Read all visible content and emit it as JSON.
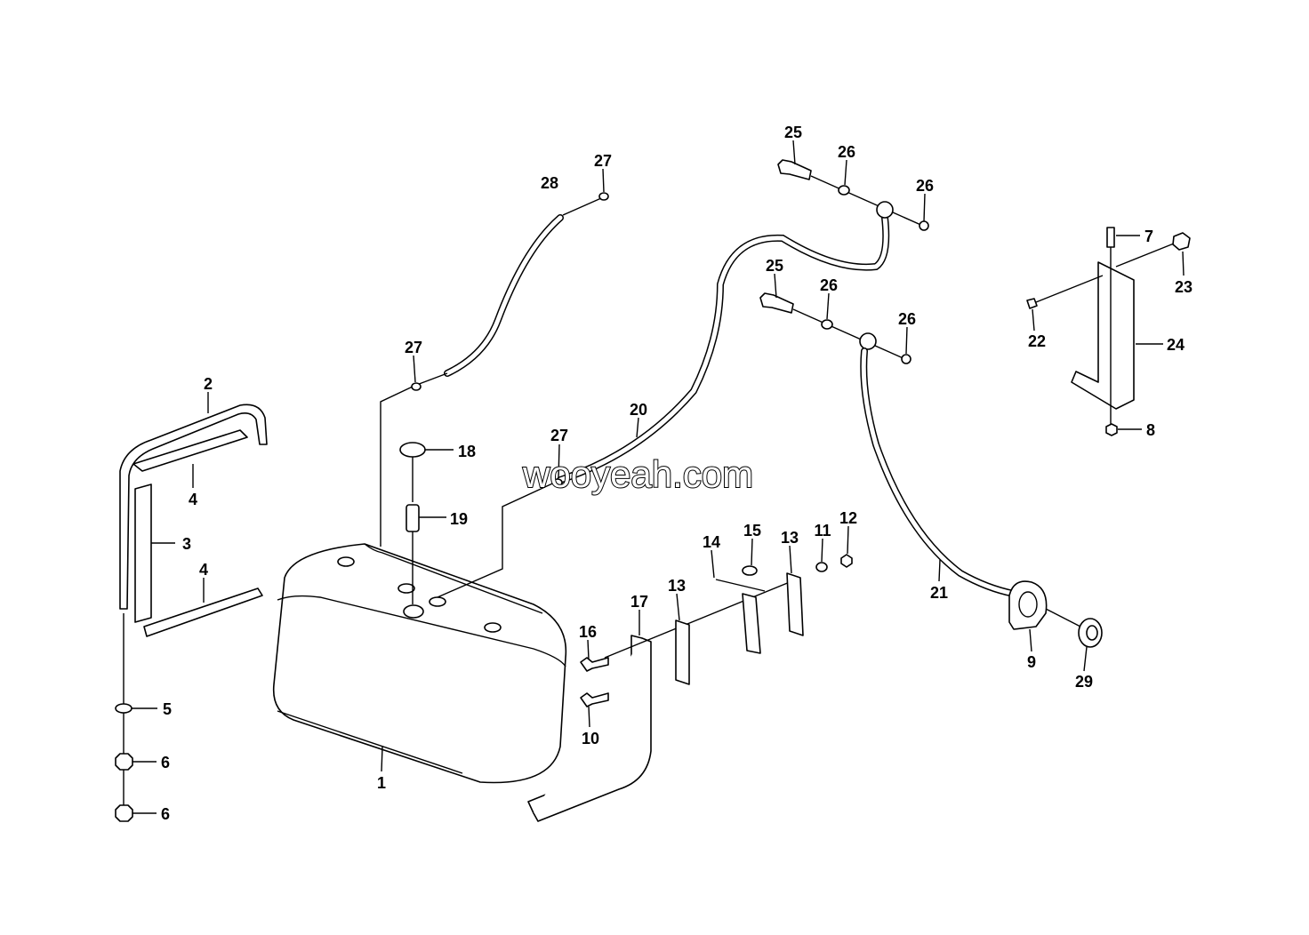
{
  "diagram": {
    "watermark": "wooyeah.com",
    "callouts": [
      "25",
      "26",
      "27",
      "28",
      "26",
      "7",
      "23",
      "25",
      "26",
      "26",
      "22",
      "24",
      "27",
      "2",
      "20",
      "8",
      "27",
      "18",
      "4",
      "19",
      "12",
      "3",
      "14",
      "15",
      "13",
      "11",
      "4",
      "13",
      "21",
      "17",
      "16",
      "9",
      "29",
      "5",
      "10",
      "6",
      "1",
      "6"
    ]
  }
}
